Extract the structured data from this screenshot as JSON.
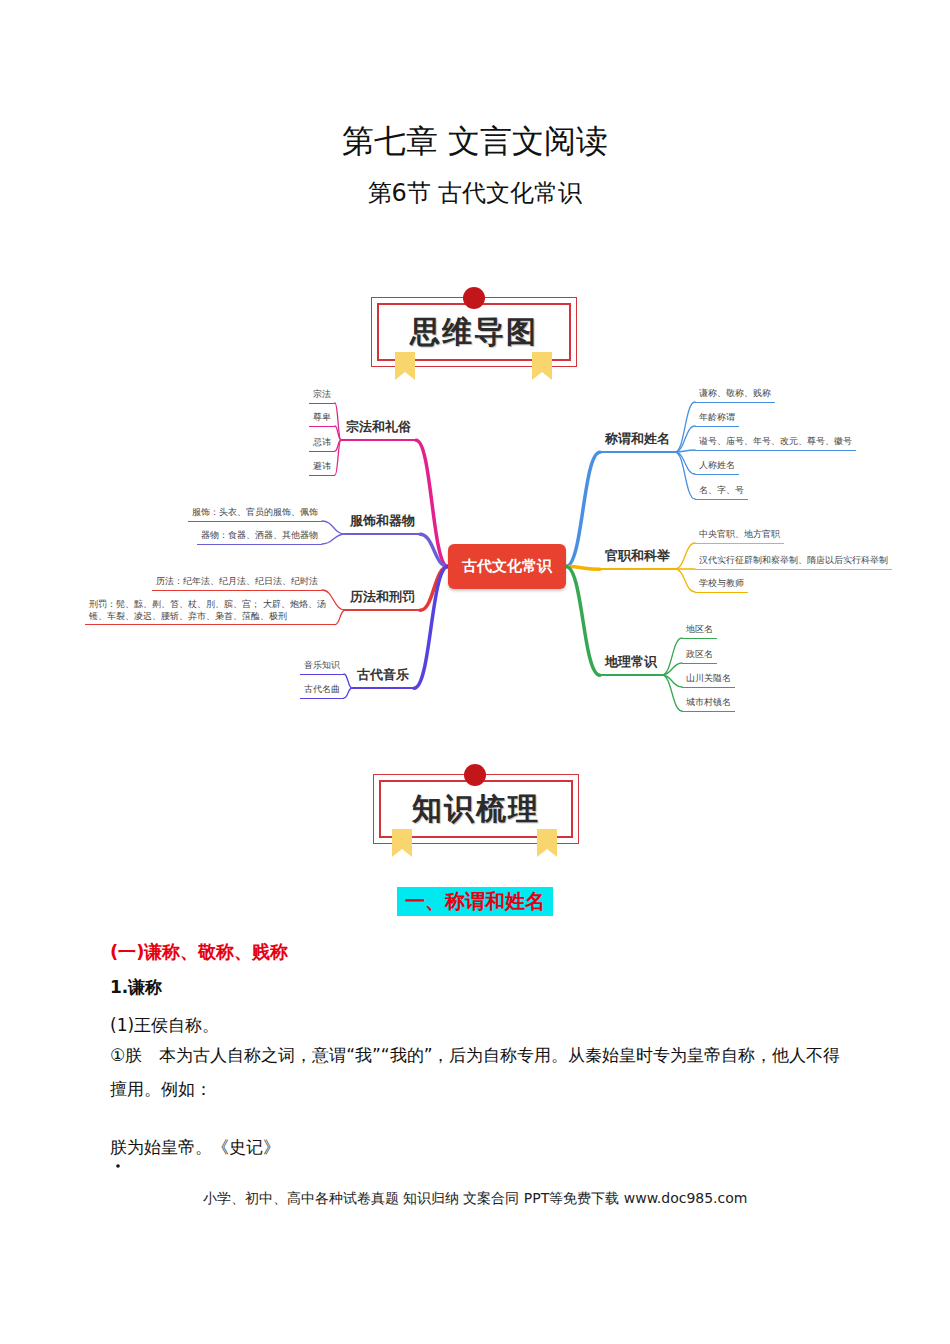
{
  "diagram": {
    "title": "第七章 文言文阅读",
    "nodes": [
      {
        "text": [
          "思维导图"
        ]
      },
      {
        "text": [
          "古代文化常识"
        ]
      },
      {
        "text": [
          "宗法和礼俗"
        ]
      },
      {
        "text": [
          "宗法"
        ]
      },
      {
        "text": [
          "尊卑"
        ]
      },
      {
        "text": [
          "忌讳"
        ]
      },
      {
        "text": [
          "避讳"
        ]
      },
      {
        "text": [
          "服饰和器物"
        ]
      },
      {
        "text": [
          "服饰：头衣、官员的服饰、佩饰"
        ]
      },
      {
        "text": [
          "器物：食器、酒器、其他器物"
        ]
      },
      {
        "text": [
          "历法和刑罚"
        ]
      },
      {
        "text": [
          "历法：纪年法、纪月法、纪日法、纪时法"
        ]
      },
      {
        "text": [
          "刑罚：髡、黥、劓、笞、杖、刖、膑、宫； 大辟、炮烙、汤镬、车裂、凌迟、腰斩、弃市、枭首、菹醢、极刑"
        ]
      },
      {
        "text": [
          "古代音乐"
        ]
      },
      {
        "text": [
          "音乐知识"
        ]
      },
      {
        "text": [
          "古代名曲"
        ]
      },
      {
        "text": [
          "称谓和姓名"
        ]
      },
      {
        "text": [
          "谦称、敬称、贱称"
        ]
      },
      {
        "text": [
          "年龄称谓"
        ]
      },
      {
        "text": [
          "谥号、庙号、年号、改元、尊号、徽号"
        ]
      },
      {
        "text": [
          "人称姓名"
        ]
      },
      {
        "text": [
          "名、字、号"
        ]
      },
      {
        "text": [
          "官职和科举"
        ]
      },
      {
        "text": [
          "中央官职、地方官职"
        ]
      },
      {
        "text": [
          "汉代实行征辟制和察举制、隋唐以后实行科举制"
        ]
      },
      {
        "text": [
          "学校与教师"
        ]
      },
      {
        "text": [
          "地理常识"
        ]
      },
      {
        "text": [
          "地区名"
        ]
      },
      {
        "text": [
          "政区名"
        ]
      },
      {
        "text": [
          "山川关隘名"
        ]
      },
      {
        "text": [
          "城市村镇名"
        ]
      },
      {
        "text": [
          "知识梳理"
        ]
      },
      {
        "text": [
          "一、称谓和姓名"
        ]
      }
    ],
    "edges": [
      {
        "from": 1,
        "to": 2,
        "arrow": "none"
      },
      {
        "from": 2,
        "to": 3,
        "arrow": "none"
      },
      {
        "from": 2,
        "to": 4,
        "arrow": "none"
      },
      {
        "from": 2,
        "to": 5,
        "arrow": "none"
      },
      {
        "from": 2,
        "to": 6,
        "arrow": "none"
      },
      {
        "from": 1,
        "to": 7,
        "arrow": "none"
      },
      {
        "from": 7,
        "to": 8,
        "arrow": "none"
      },
      {
        "from": 7,
        "to": 9,
        "arrow": "none"
      },
      {
        "from": 1,
        "to": 10,
        "arrow": "none"
      },
      {
        "from": 10,
        "to": 11,
        "arrow": "none"
      },
      {
        "from": 10,
        "to": 12,
        "arrow": "none"
      },
      {
        "from": 1,
        "to": 13,
        "arrow": "none"
      },
      {
        "from": 13,
        "to": 14,
        "arrow": "none"
      },
      {
        "from": 13,
        "to": 15,
        "arrow": "none"
      },
      {
        "from": 1,
        "to": 16,
        "arrow": "none"
      },
      {
        "from": 16,
        "to": 17,
        "arrow": "none"
      },
      {
        "from": 16,
        "to": 18,
        "arrow": "none"
      },
      {
        "from": 16,
        "to": 19,
        "arrow": "none"
      },
      {
        "from": 16,
        "to": 20,
        "arrow": "none"
      },
      {
        "from": 16,
        "to": 21,
        "arrow": "none"
      },
      {
        "from": 1,
        "to": 22,
        "arrow": "none"
      },
      {
        "from": 22,
        "to": 23,
        "arrow": "none"
      },
      {
        "from": 22,
        "to": 24,
        "arrow": "none"
      },
      {
        "from": 22,
        "to": 25,
        "arrow": "none"
      },
      {
        "from": 1,
        "to": 26,
        "arrow": "none"
      },
      {
        "from": 26,
        "to": 27,
        "arrow": "none"
      },
      {
        "from": 26,
        "to": 28,
        "arrow": "none"
      },
      {
        "from": 26,
        "to": 29,
        "arrow": "none"
      },
      {
        "from": 26,
        "to": 30,
        "arrow": "none"
      }
    ],
    "labels": [
      "第6节 古代文化常识",
      "(一)谦称、敬称、贱称",
      "1.谦称",
      "(1)王侯自称。",
      "①朕　本为古人自称之词，意谓“我”“我的”，后为自称专用。从秦始皇时专为皇帝自称，他人不得擅用。例如：",
      "朕为始皇帝。《史记》",
      "小学、初中、高中各种试卷真题 知识归纳 文案合同 PPT等免费下载 www.doc985.com"
    ]
  }
}
